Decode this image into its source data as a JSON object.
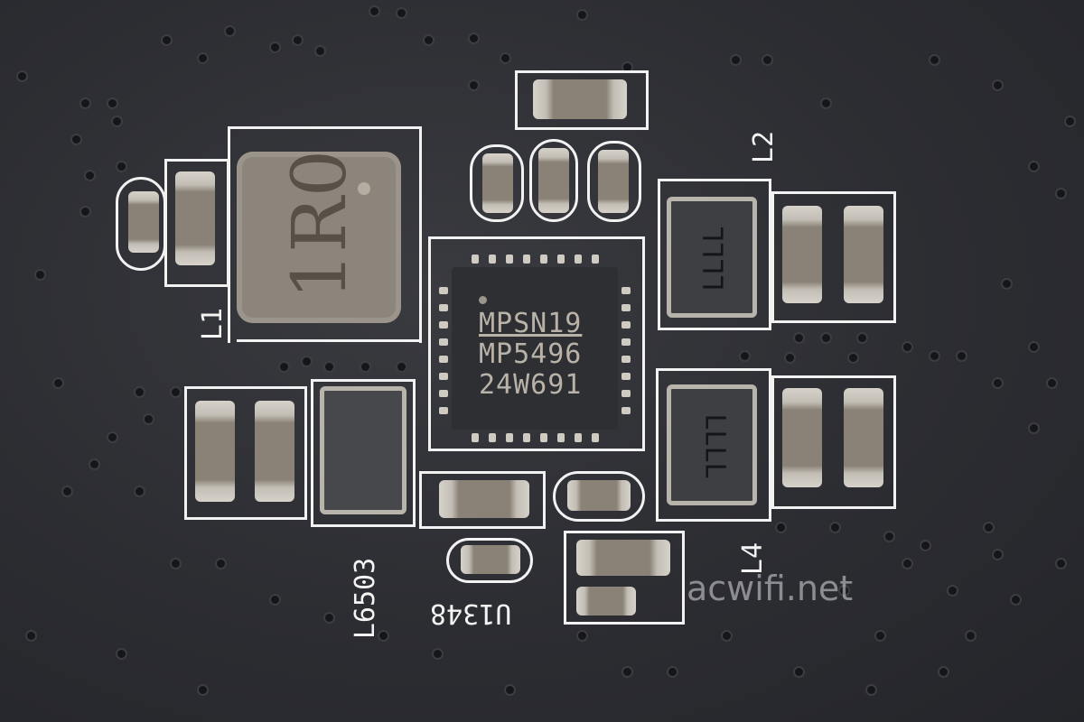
{
  "photo": {
    "subject": "PCB close-up with power regulator IC",
    "background_color": "#2a2b30",
    "silkscreen_color": "#f2f2f2"
  },
  "ic": {
    "line1": "MPSN19",
    "line2": "MP5496",
    "line3": "24W691"
  },
  "inductor_marking": "1R0",
  "small_inductor_marking": "LLLL",
  "labels": {
    "l1": "L1",
    "l2": "L2",
    "l4": "L4",
    "l6503": "L6503",
    "u1348": "U1348"
  },
  "watermark": "acwifi.net"
}
